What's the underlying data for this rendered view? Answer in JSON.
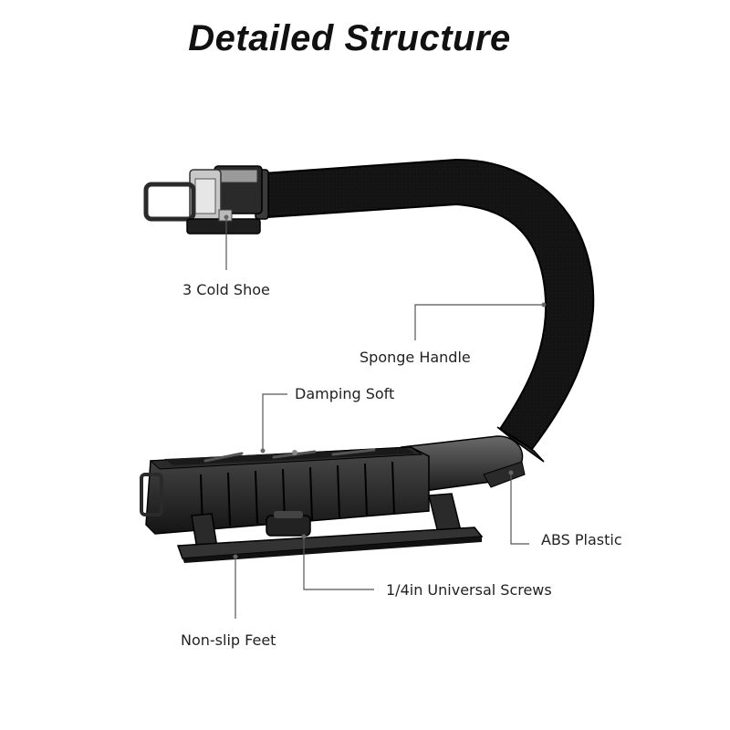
{
  "title": "Detailed Structure",
  "labels": {
    "cold_shoe": "3 Cold Shoe",
    "sponge_handle": "Sponge Handle",
    "damping_soft": "Damping Soft",
    "abs_plastic": "ABS Plastic",
    "universal_screws": "1/4in Universal Screws",
    "nonslip_feet": "Non-slip Feet"
  },
  "colors": {
    "foam": "#111111",
    "plastic": "#1c1c1c",
    "metal": "#3a3a3a",
    "leader_line": "#555555"
  }
}
